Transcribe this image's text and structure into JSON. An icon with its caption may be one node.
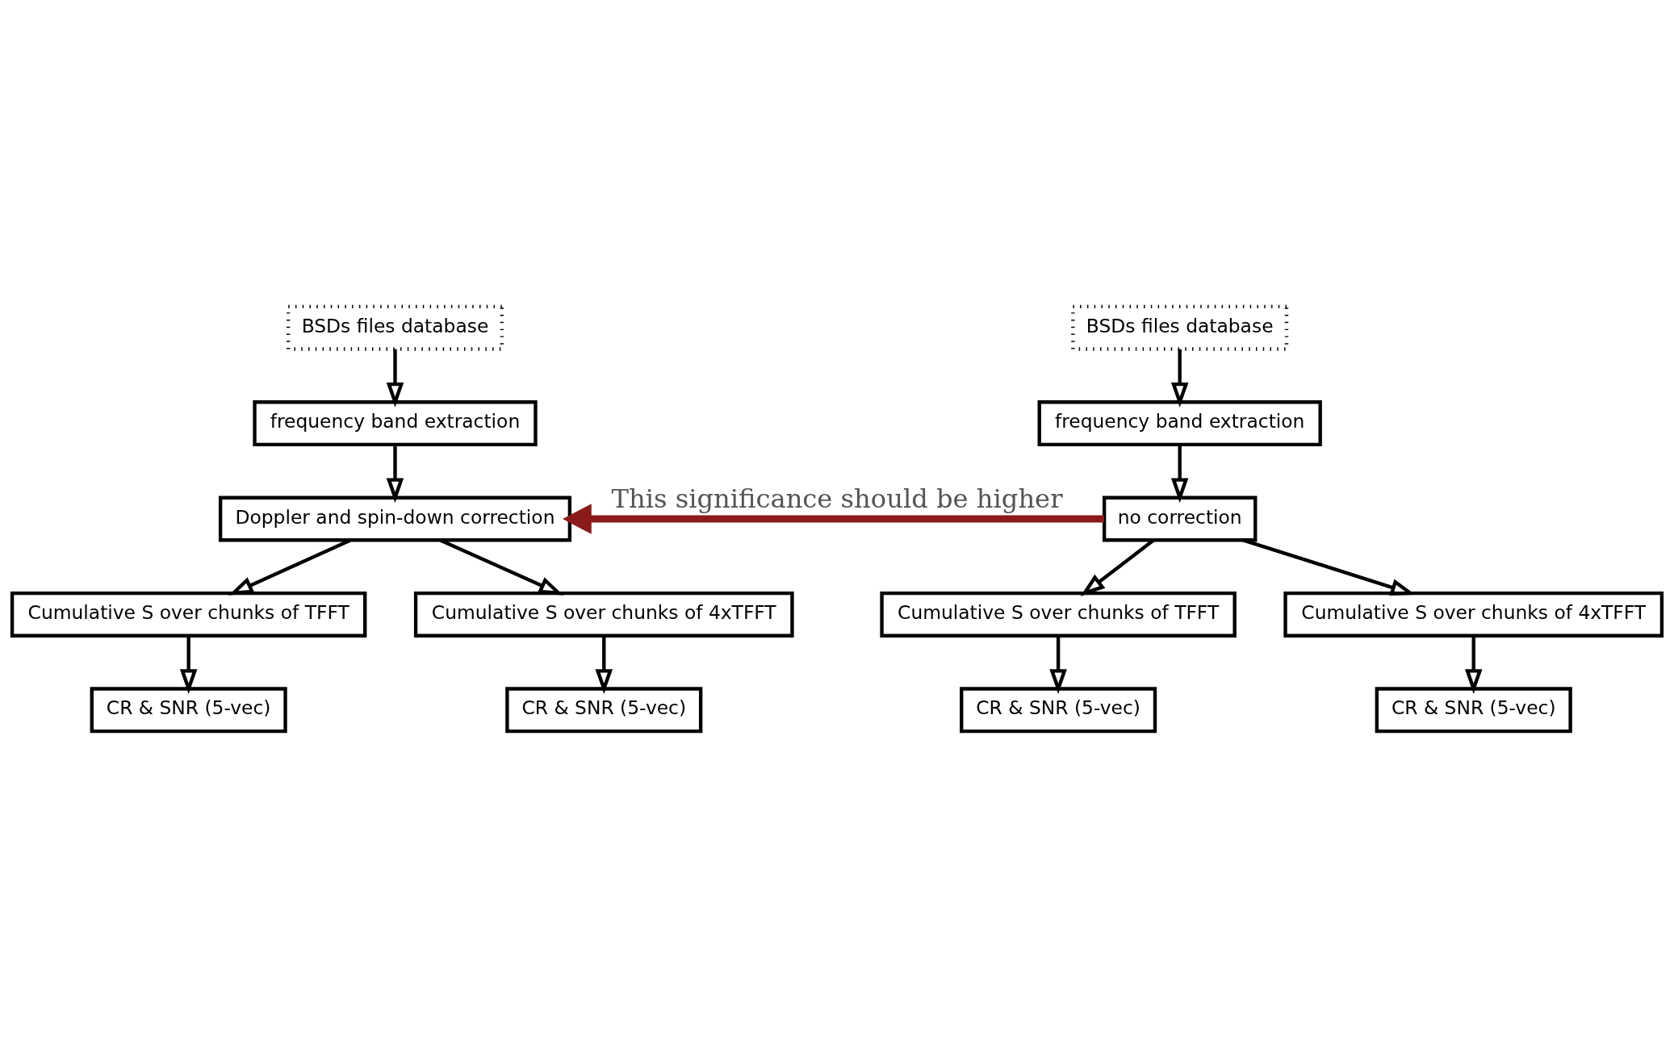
{
  "diagram": {
    "nodes": [
      {
        "text": [
          "BSDs files database"
        ]
      },
      {
        "text": [
          "frequency band extraction"
        ]
      },
      {
        "text": [
          "Doppler and spin-down correction"
        ]
      },
      {
        "text": [
          "Cumulative S over chunks of TFFT"
        ]
      },
      {
        "text": [
          "Cumulative S over chunks of 4xTFFT"
        ]
      },
      {
        "text": [
          "CR & SNR (5-vec)"
        ]
      },
      {
        "text": [
          "CR & SNR (5-vec)"
        ]
      },
      {
        "text": [
          "BSDs files database"
        ]
      },
      {
        "text": [
          "frequency band extraction"
        ]
      },
      {
        "text": [
          "no correction"
        ]
      },
      {
        "text": [
          "Cumulative S over chunks of TFFT"
        ]
      },
      {
        "text": [
          "Cumulative S over chunks of 4xTFFT"
        ]
      },
      {
        "text": [
          "CR & SNR (5-vec)"
        ]
      },
      {
        "text": [
          "CR & SNR (5-vec)"
        ]
      }
    ],
    "edges": [
      {
        "from": 0,
        "to": 1,
        "arrow": "to"
      },
      {
        "from": 1,
        "to": 2,
        "arrow": "to"
      },
      {
        "from": 2,
        "to": 3,
        "arrow": "to"
      },
      {
        "from": 2,
        "to": 4,
        "arrow": "to"
      },
      {
        "from": 3,
        "to": 5,
        "arrow": "to"
      },
      {
        "from": 4,
        "to": 6,
        "arrow": "to"
      },
      {
        "from": 7,
        "to": 8,
        "arrow": "to"
      },
      {
        "from": 8,
        "to": 9,
        "arrow": "to"
      },
      {
        "from": 9,
        "to": 10,
        "arrow": "to"
      },
      {
        "from": 9,
        "to": 11,
        "arrow": "to"
      },
      {
        "from": 10,
        "to": 12,
        "arrow": "to"
      },
      {
        "from": 11,
        "to": 13,
        "arrow": "to"
      },
      {
        "from": 9,
        "to": 2,
        "arrow": "to",
        "label": "This significance should be higher",
        "style": "thick",
        "color": "#8b1a1a"
      }
    ]
  }
}
